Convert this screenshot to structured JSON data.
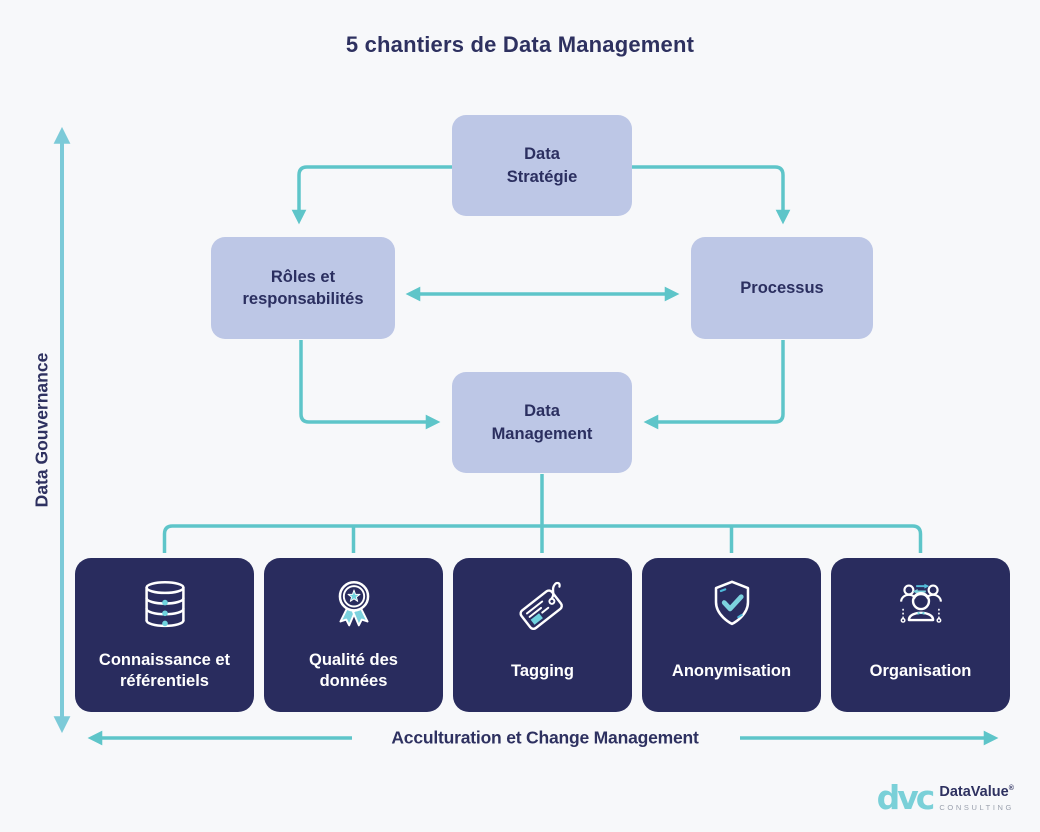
{
  "title": "5 chantiers de Data Management",
  "axes": {
    "vertical_label": "Data Gouvernance",
    "horizontal_label": "Acculturation et Change Management"
  },
  "flow": {
    "strategie": "Data\nStratégie",
    "roles": "Rôles et\nresponsabilités",
    "processus": "Processus",
    "management": "Data\nManagement"
  },
  "chantiers": [
    {
      "label": "Connaissance et\nréférentiels",
      "icon": "database-icon"
    },
    {
      "label": "Qualité des\ndonnées",
      "icon": "medal-icon"
    },
    {
      "label": "Tagging",
      "icon": "tag-icon"
    },
    {
      "label": "Anonymisation",
      "icon": "shield-check-icon"
    },
    {
      "label": "Organisation",
      "icon": "team-icon"
    }
  ],
  "logo": {
    "mark": "dvc",
    "name": "DataValue",
    "registered": "®",
    "subtitle": "CONSULTING"
  },
  "colors": {
    "background": "#f7f8fa",
    "navy_text": "#2e3160",
    "light_box": "#bdc7e6",
    "dark_box": "#292c5e",
    "flow_arrow_teal": "#5ec5c9",
    "axis_arrow_teal": "#7ccad8",
    "icon_accent_teal": "#6fd3de"
  }
}
